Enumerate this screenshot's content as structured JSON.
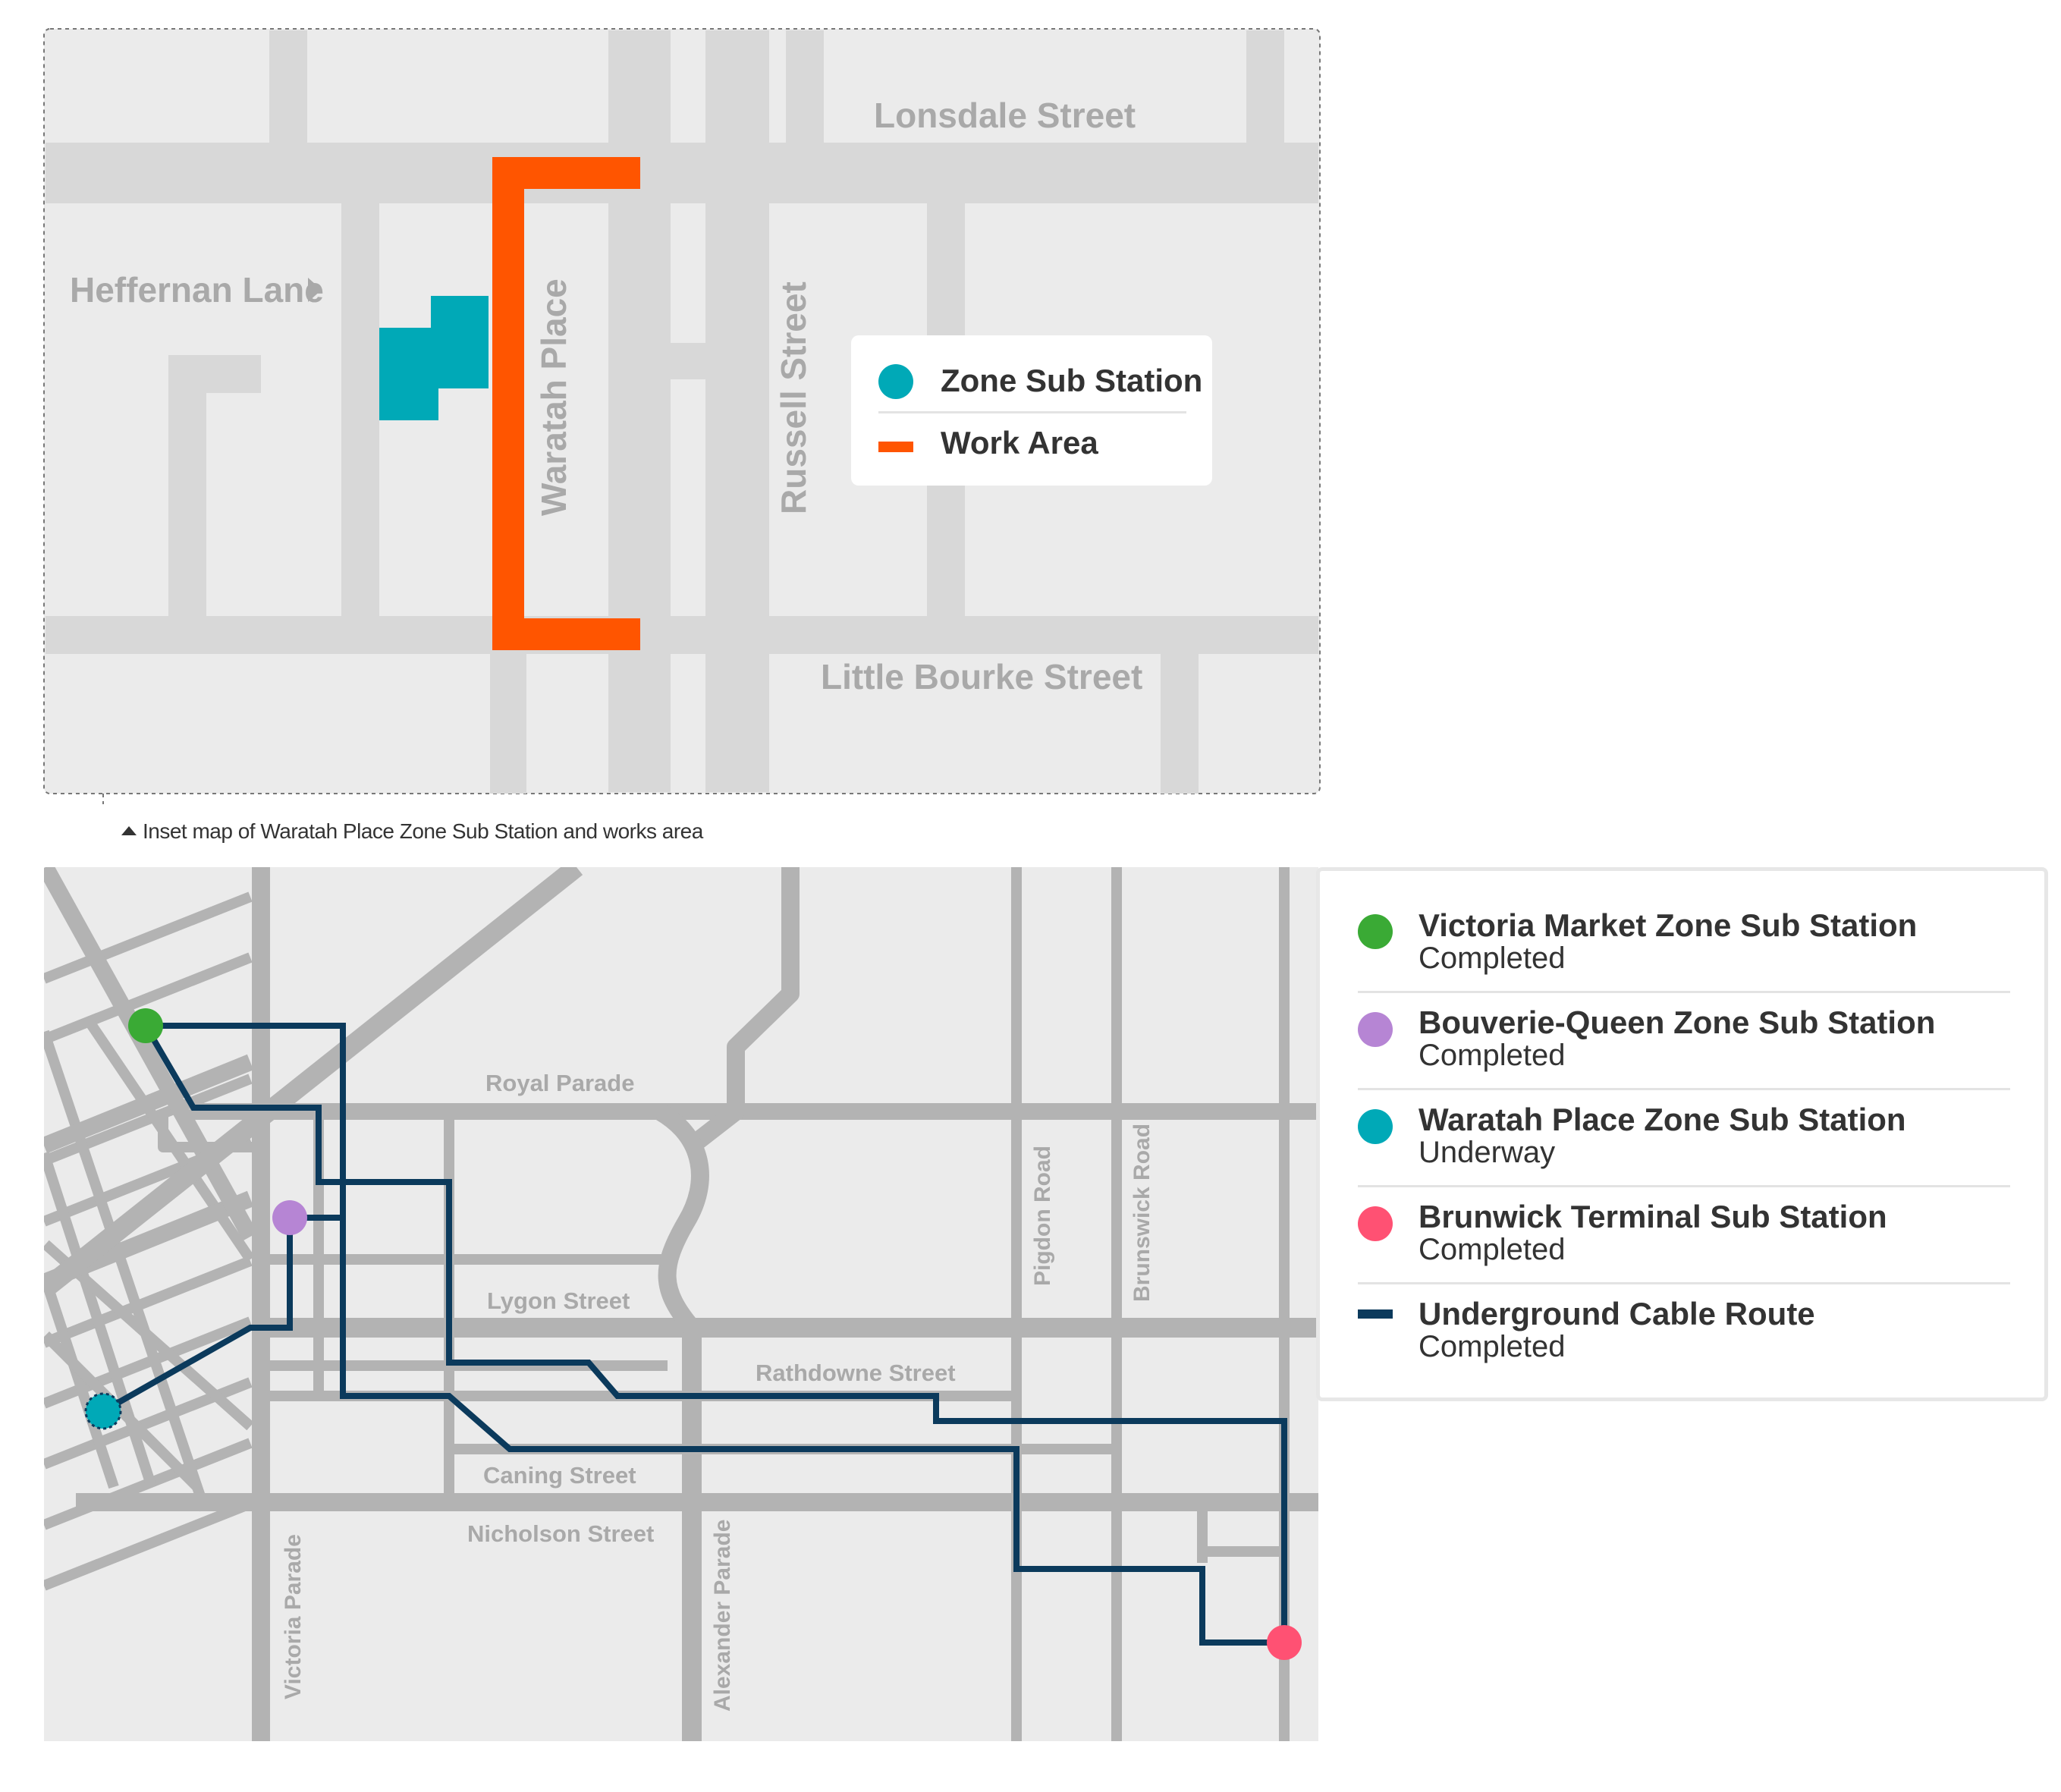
{
  "inset": {
    "streets": {
      "lonsdale": "Lonsdale Street",
      "heffernan": "Heffernan Lane",
      "waratah": "Waratah Place",
      "russell": "Russell Street",
      "little_bourke": "Little Bourke Street"
    },
    "legend": [
      {
        "label": "Zone Sub Station",
        "icon": "teal-dot-icon",
        "color": "#00a9b7"
      },
      {
        "label": "Work Area",
        "icon": "orange-dash-icon",
        "color": "#ff5500"
      }
    ],
    "caption": "Inset map of Waratah Place Zone Sub Station and works area"
  },
  "main_map": {
    "streets": {
      "royal_parade": "Royal Parade",
      "lygon": "Lygon Street",
      "rathdowne": "Rathdowne Street",
      "caning": "Caning Street",
      "nicholson": "Nicholson Street",
      "victoria_parade": "Victoria Parade",
      "alexander_parade": "Alexander Parade",
      "pigdon": "Pigdon Road",
      "brunswick": "Brunswick Road"
    },
    "legend": [
      {
        "title": "Victoria Market Zone Sub Station",
        "status": "Completed",
        "color": "#3aaa35"
      },
      {
        "title": "Bouverie-Queen Zone Sub Station",
        "status": "Completed",
        "color": "#b685d4"
      },
      {
        "title": "Waratah Place Zone Sub Station",
        "status": "Underway",
        "color": "#00a9b7"
      },
      {
        "title": "Brunwick Terminal Sub Station",
        "status": "Completed",
        "color": "#ff5173"
      },
      {
        "title": "Underground Cable Route",
        "status": "Completed",
        "color": "#0b3a5c"
      }
    ]
  },
  "colors": {
    "map_bg": "#ebebeb",
    "road_inset": "#d8d8d8",
    "road_main": "#b3b3b3",
    "label_gray": "#a9a9a9",
    "cable": "#0b3a5c"
  }
}
